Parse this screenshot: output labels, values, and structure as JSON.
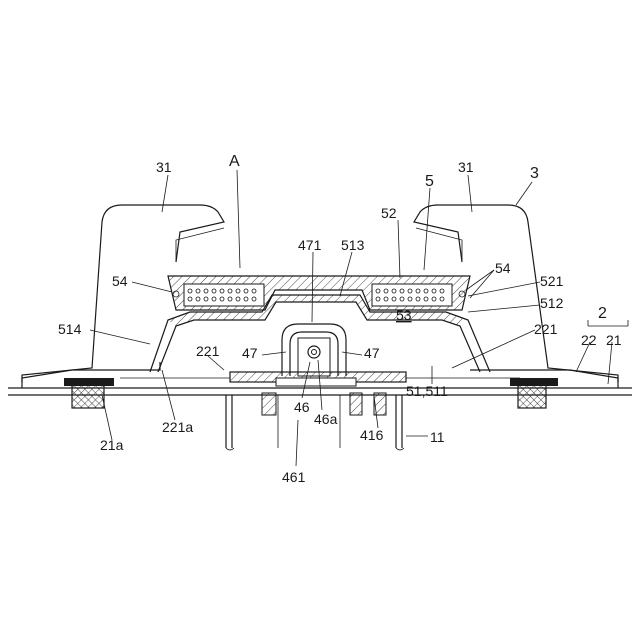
{
  "labels": {
    "l31_left": "31",
    "lA": "A",
    "l31_right": "31",
    "l3": "3",
    "l5": "5",
    "l52": "52",
    "l471": "471",
    "l513": "513",
    "l54_left": "54",
    "l54_right": "54",
    "l521": "521",
    "l512": "512",
    "l2": "2",
    "l514": "514",
    "l221_left": "221",
    "l221_right": "221",
    "l22": "22",
    "l21": "21",
    "l47_left": "47",
    "l47_right": "47",
    "l53": "53",
    "l51_511": "51,511",
    "l46": "46",
    "l46a": "46a",
    "l416": "416",
    "l11": "11",
    "l21a": "21a",
    "l221a": "221a",
    "l461": "461"
  }
}
